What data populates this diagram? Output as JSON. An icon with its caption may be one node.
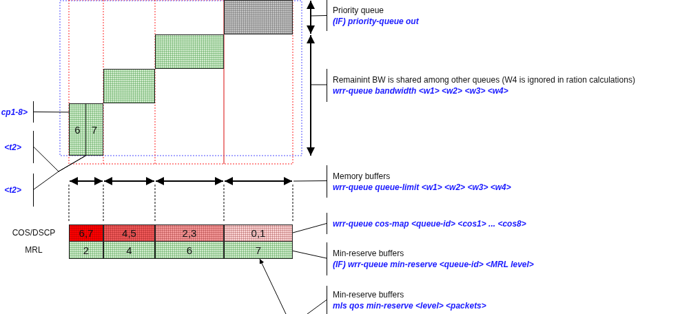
{
  "diagram": {
    "nodes": [
      {
        "text": [
          "6"
        ]
      },
      {
        "text": [
          "7"
        ]
      },
      {
        "text": [],
        "shape": "box"
      },
      {
        "text": [],
        "shape": "box"
      },
      {
        "text": [],
        "shape": "box"
      },
      {
        "text": [
          "Priority queue",
          "(IF) priority-queue out"
        ]
      },
      {
        "text": [
          "Remainint BW is shared among other queues (W4 is ignored in ration calculations)",
          "wrr-queue bandwidth <w1> <w2> <w3> <w4>"
        ]
      },
      {
        "text": [
          "Memory buffers",
          "wrr-queue queue-limit <w1> <w2> <w3> <w4>"
        ]
      },
      {
        "text": [
          "wrr-queue cos-map <queue-id> <cos1> ... <cos8>"
        ]
      },
      {
        "text": [
          "Min-reserve buffers",
          "(IF) wrr-queue min-reserve <queue-id> <MRL level>"
        ]
      },
      {
        "text": [
          "Min-reserve buffers",
          "mls qos min-reserve <level> <packets>"
        ]
      },
      {
        "text": [
          "cp1-8>"
        ]
      },
      {
        "text": [
          "<t2>"
        ]
      },
      {
        "text": [
          "<t2>"
        ]
      },
      {
        "text": [
          "6,7"
        ]
      },
      {
        "text": [
          "4,5"
        ]
      },
      {
        "text": [
          "2,3"
        ]
      },
      {
        "text": [
          "0,1"
        ]
      },
      {
        "text": [
          "2"
        ]
      },
      {
        "text": [
          "4"
        ]
      },
      {
        "text": [
          "6"
        ]
      },
      {
        "text": [
          "7"
        ]
      }
    ],
    "edges": [
      {
        "from": 5,
        "to": null,
        "arrow": "none"
      },
      {
        "from": 6,
        "to": null,
        "arrow": "none"
      },
      {
        "from": 7,
        "to": null,
        "arrow": "none"
      },
      {
        "from": 8,
        "to": 17,
        "arrow": "none"
      },
      {
        "from": 9,
        "to": 21,
        "arrow": "none"
      },
      {
        "from": 10,
        "to": null,
        "arrow": "none"
      },
      {
        "from": null,
        "to": 21,
        "arrow": "to"
      },
      {
        "from": 11,
        "to": 0,
        "arrow": "none"
      },
      {
        "from": 12,
        "to": 0,
        "arrow": "none"
      },
      {
        "from": 13,
        "to": 0,
        "arrow": "none"
      }
    ],
    "labels": [
      "COS/DSCP",
      "MRL"
    ]
  }
}
